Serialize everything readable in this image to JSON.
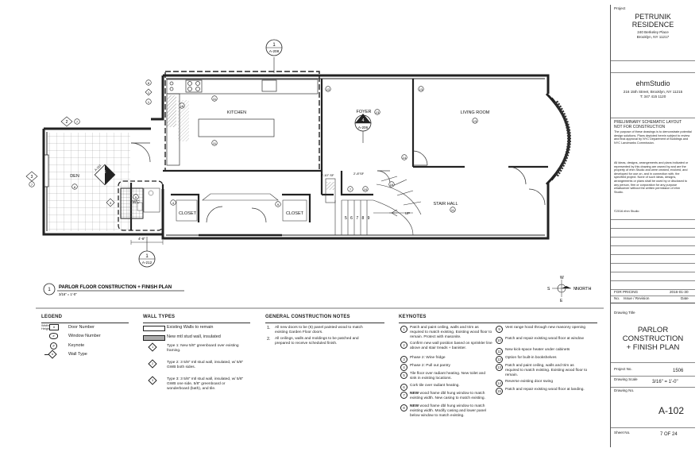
{
  "plan_title": {
    "number": "1",
    "title": "PARLOR FLOOR CONSTRUCTION + FINISH PLAN",
    "scale": "3/16\" = 1'-0\""
  },
  "rooms": {
    "kitchen": "KITCHEN",
    "foyer": "FOYER",
    "living": "LIVING ROOM",
    "den": "DEN",
    "wc": "WC",
    "closet1": "CLOSET",
    "closet2": "CLOSET",
    "stair_hall": "STAIR HALL",
    "up": "UP"
  },
  "section_markers": {
    "top": {
      "num": "1",
      "sheet": "A-208"
    },
    "foyer": {
      "num": "4",
      "sheet": "A-206"
    },
    "bottom": {
      "num": "1",
      "sheet": "A-212"
    },
    "left": {
      "num": "3",
      "ref": "7"
    },
    "den_top": [
      "2",
      "7"
    ],
    "den_diamond": {
      "num": "5",
      "sheet": "A-211"
    }
  },
  "tags": {
    "k11a": "11",
    "k11b": "11",
    "k16": "16",
    "f13": "13",
    "f12": "12",
    "l13": "13",
    "l13b": "13",
    "den6": "6",
    "den8": "8",
    "c3": "3",
    "c5": "5",
    "c4": "4",
    "c9": "9",
    "c7": "7",
    "c5b": "5",
    "p8": "8",
    "p1": "1",
    "w1": "1",
    "sh11": "11",
    "sh14": "14",
    "sh16": "16",
    "sh10": "10",
    "dim1": "2'-10\" SF",
    "dim2": "2'-8\"SF",
    "dim3": "4'-8\"",
    "stairs": "5 6 7 8 9"
  },
  "north": {
    "label": "NORTH",
    "n": "N",
    "s": "S",
    "e": "E",
    "w": "W"
  },
  "legend": {
    "header": "LEGEND",
    "items": [
      {
        "sym": "Width\nHeight",
        "label": "Door Number"
      },
      {
        "sym": "#",
        "label": "Window Number"
      },
      {
        "sym": "#",
        "label": "Keynote"
      },
      {
        "sym": "#",
        "label": "Wall Type"
      }
    ]
  },
  "wall_types": {
    "header": "WALL TYPES",
    "items": [
      "Existing Walls to remain",
      "New mtl stud wall, insulated",
      "Type 1: New 5/8\" greenboard over existing framing.",
      "Type 2: 3 5/8\" mtl stud wall, insulated, w/ 5/8\" GWB both sides.",
      "Type 3: 3 5/8\" mtl stud wall, insulated, w/ 5/8\" GWB one side, 5/8\" greenboard or wonderboard (bath), and tile."
    ],
    "type_nums": [
      "1",
      "2",
      "3"
    ]
  },
  "general_notes": {
    "header": "GENERAL CONSTRUCTION NOTES",
    "items": [
      {
        "n": "1.",
        "text": "All new doors to be (6) panel painted wood to match existing Garden Floor doors."
      },
      {
        "n": "2.",
        "text": "All ceilings, walls and moldings to be patched and prepared to receive scheduled finish."
      }
    ]
  },
  "keynotes": {
    "header": "KEYNOTES",
    "col1": [
      {
        "n": "1",
        "text": "Patch and paint ceiling, walls and trim as required to match existing.  Existing wood floor to remain.  Protect with masonite."
      },
      {
        "n": "2",
        "text": "Confirm new wall position based on sprinkler line above and stair treads + banister."
      },
      {
        "n": "3",
        "text": "Phase 2:  Wine fridge"
      },
      {
        "n": "4",
        "text": "Phase 2: Pull out pantry"
      },
      {
        "n": "5",
        "text": "Tile floor over radiant heating.  New toilet and sink in existing locations."
      },
      {
        "n": "6",
        "text": "Cork tile over radiant heating."
      },
      {
        "n": "7",
        "text": "NEW wood frame dbl hung window to match existing width. New casing to match existing."
      },
      {
        "n": "8",
        "text": "NEW wood frame dbl hung window to match existing width. Modify casing and lower panel below window to match existing."
      }
    ],
    "col2": [
      {
        "n": "9",
        "text": "Vent range hood through new masonry opening"
      },
      {
        "n": "10",
        "text": "Patch and repair existing wood floor at window"
      },
      {
        "n": "11",
        "text": "New kick-space heater under cabinets"
      },
      {
        "n": "12",
        "text": "Option for built-in bookshelves"
      },
      {
        "n": "13",
        "text": "Patch and paint ceiling, walls and trim as required to match existing.  Existing wood floor to remain."
      },
      {
        "n": "14",
        "text": "Reverse existing door swing"
      },
      {
        "n": "15",
        "text": "Patch and repair existing wood floor at landing."
      }
    ]
  },
  "title_block": {
    "project_label": "Project",
    "project_name_1": "PETRUNIK",
    "project_name_2": "RESIDENCE",
    "address_1": "240 Berkeley Place",
    "address_2": "Brooklyn, NY 11217",
    "firm": "ehmStudio",
    "firm_address": "216 15th Street, Brooklyn, NY 11215",
    "firm_phone": "T: 347 415 1120",
    "prelim_1": "PRELIMINARY SCHEMATIC LAYOUT",
    "prelim_2": "NOT FOR CONSTRUCTION",
    "prelim_text": "The purpose of these drawings is to demonstrate potential design solutions. Plans depicted herein subject to review and final approval by NYC Department of Buildings and NYC Landmarks Commission.",
    "copyright_text": "All ideas, designs, arrangements and plans indicated or represented by this drawing are owned by and are the property of ehm Studio and were created, evolved, and developed for use on, and in connection with, the specified project. None of such ideas, designs, arrangements or plans shall be used by or disclosed to any person, firm or corporation for any purpose whatsoever without the written permission of ehm Studio.",
    "copyright_year": "©2016 ehm Studio",
    "issue": "FOR PRICING",
    "issue_date": "2016-01-30",
    "col_no": "No.",
    "col_issue": "Issue / Revision",
    "col_date": "Date",
    "drawing_title_label": "Drawing Title",
    "drawing_title_1": "PARLOR",
    "drawing_title_2": "CONSTRUCTION",
    "drawing_title_3": "+ FINISH PLAN",
    "project_no_label": "Project No.",
    "project_no": "1506",
    "drawing_scale_label": "Drawing Scale",
    "drawing_scale": "3/16\" = 1'-0\"",
    "drawing_no_label": "Drawing No.",
    "drawing_no": "A-102",
    "sheet_no_label": "Sheet No.",
    "sheet_no": "7  OF  24"
  }
}
